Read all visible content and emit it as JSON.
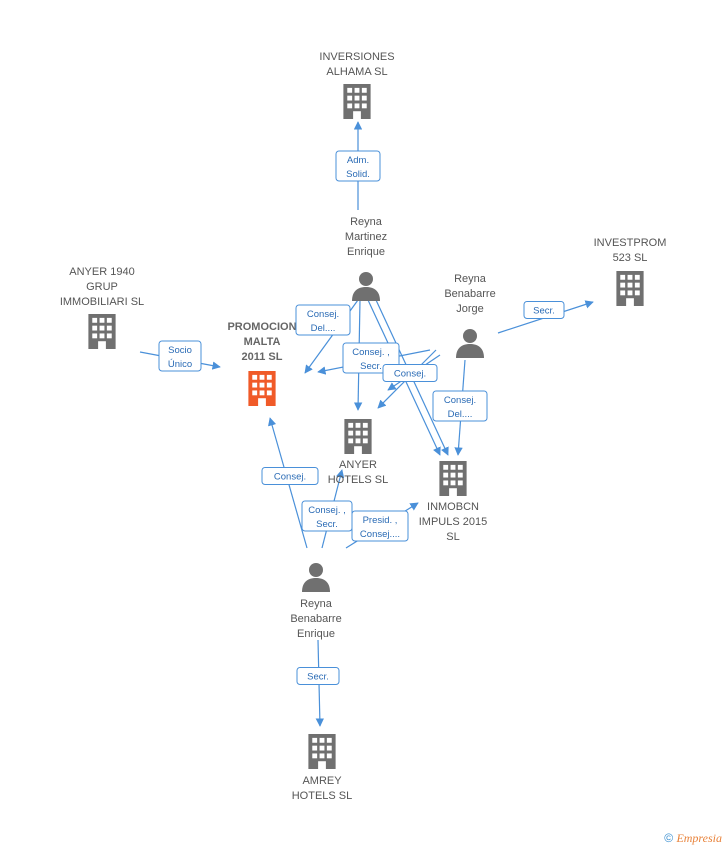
{
  "nodes": {
    "inversiones": {
      "lines": [
        "INVERSIONES",
        "ALHAMA SL"
      ],
      "type": "company"
    },
    "anyer1940": {
      "lines": [
        "ANYER 1940",
        "GRUP",
        "IMMOBILIARI  SL"
      ],
      "type": "company"
    },
    "promocion": {
      "lines": [
        "PROMOCION",
        "MALTA",
        "2011 SL"
      ],
      "type": "company-focus"
    },
    "investprom": {
      "lines": [
        "INVESTPROM",
        "523  SL"
      ],
      "type": "company"
    },
    "anyerhotels": {
      "lines": [
        "ANYER",
        "HOTELS SL"
      ],
      "type": "company"
    },
    "inmobcn": {
      "lines": [
        "INMOBCN",
        "IMPULS 2015",
        "SL"
      ],
      "type": "company"
    },
    "amrey": {
      "lines": [
        "AMREY",
        "HOTELS SL"
      ],
      "type": "company"
    },
    "reynaMartinez": {
      "lines": [
        "Reyna",
        "Martinez",
        "Enrique"
      ],
      "type": "person"
    },
    "reynaJorge": {
      "lines": [
        "Reyna",
        "Benabarre",
        "Jorge"
      ],
      "type": "person"
    },
    "reynaEnrique": {
      "lines": [
        "Reyna",
        "Benabarre",
        "Enrique"
      ],
      "type": "person"
    }
  },
  "edges": [
    {
      "label": [
        "Adm.",
        "Solid."
      ]
    },
    {
      "label": [
        "Socio",
        "Único"
      ]
    },
    {
      "label": [
        "Secr."
      ]
    },
    {
      "label": [
        "Consej.",
        "Del...."
      ]
    },
    {
      "label": [
        "Consej. ,",
        "Secr."
      ]
    },
    {
      "label": [
        "Consej."
      ]
    },
    {
      "label": [
        "Consej.",
        "Del...."
      ]
    },
    {
      "label": [
        "Consej."
      ]
    },
    {
      "label": [
        "Consej. ,",
        "Secr."
      ]
    },
    {
      "label": [
        "Presid. ,",
        "Consej...."
      ]
    },
    {
      "label": [
        "Secr."
      ]
    }
  ],
  "footer": {
    "copyright": "©",
    "brand": "Empresia"
  },
  "colors": {
    "edge": "#4a90d9",
    "company": "#707070",
    "focus": "#f05a28",
    "person": "#707070"
  }
}
